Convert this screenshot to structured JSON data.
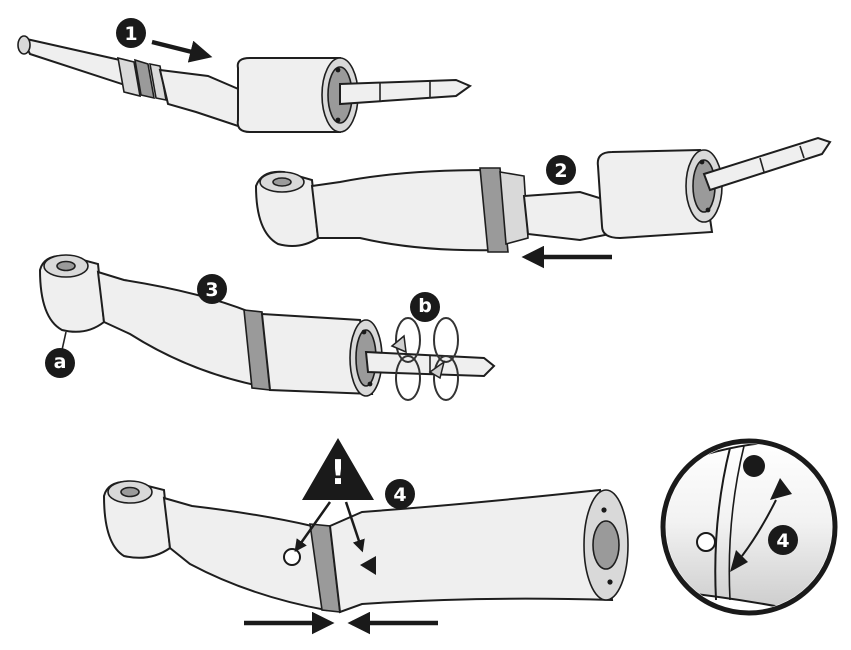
{
  "steps": {
    "s1": "1",
    "s2": "2",
    "s3": "3",
    "s4a": "4",
    "s4b": "4"
  },
  "callouts": {
    "a": "a",
    "b": "b"
  },
  "warning": {
    "symbol": "!"
  },
  "icons": {
    "step_badge": "black-circle-number",
    "warning": "warning-triangle-icon",
    "direction": "arrow-icon",
    "rotation": "rotation-arrows-icon",
    "alignment_marks": "dot-and-triangle-marks"
  },
  "colors": {
    "ink": "#1a1a1a",
    "body": "#efefef",
    "shade": "#d9d9d9",
    "background": "#ffffff"
  }
}
